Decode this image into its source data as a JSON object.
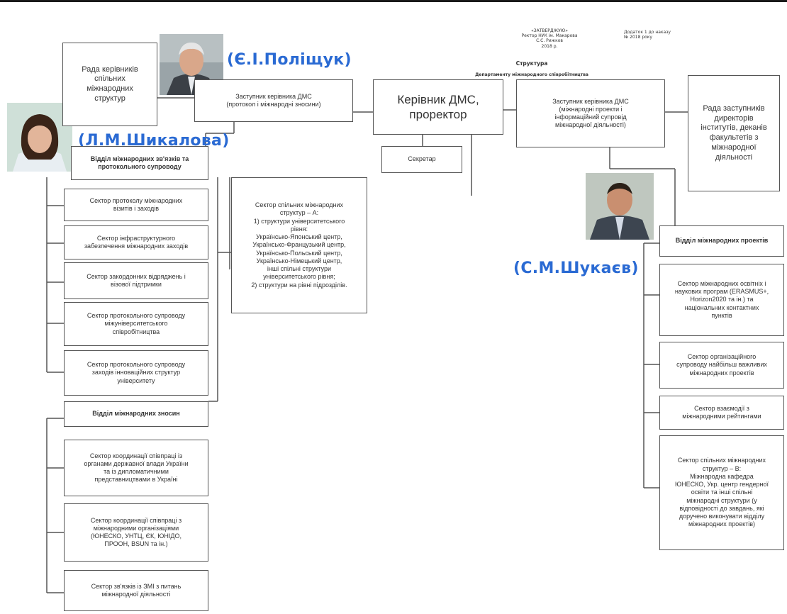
{
  "header": {
    "approval_text": "«ЗАТВЕРДЖУЮ»\nРектор НУК ім. Макарова\nС.С. Рижков\n2018 р.",
    "appendix_text": "Додаток 1 до наказу\n№ 2018 року",
    "title_line1": "Структура",
    "title_line2": "Департаменту міжнародного співробітництва"
  },
  "people": {
    "polishchuk": "(Є.І.Поліщук)",
    "shykalova": "(Л.М.Шикалова)",
    "shukaiev": "(С.М.Шукаєв)"
  },
  "boxes": {
    "council_heads": "Рада керівників\nспільних\nміжнародних\nструктур",
    "deputy_left": "Заступник керівника ДМС\n(протокол і міжнародні зносини)",
    "head": "Керівник ДМС,\nпроректор",
    "secretary": "Секретар",
    "deputy_right": "Заступник керівника ДМС\n(міжнародні проекти і\nінформаційний супровід\nміжнародної діяльності)",
    "council_deputies": "Рада заступників\nдиректорів\nінститутів, деканів\nфакультетів з\nміжнародної\nдіяльності",
    "dept_relations": "Відділ міжнародних зв'язків та\nпротокольного супроводу",
    "sector_protocol_visits": "Сектор протоколу міжнародних\nвізитів і заходів",
    "sector_infra": "Сектор інфраструктурного\nзабезпечення міжнародних заходів",
    "sector_trips": "Сектор закордонних відряджень і\nвізової підтримки",
    "sector_interuni": "Сектор протокольного супроводу\nміжуніверситетського\nспівробітництва",
    "sector_innov": "Сектор протокольного супроводу\nзаходів інноваційних структур\nуніверситету",
    "joint_a": "Сектор спільних міжнародних\nструктур – А:\n1) структури університетського\nрівня:\nУкраїнсько-Японський центр,\nУкраїнсько-Французький центр,\nУкраїнсько-Польський центр,\nУкраїнсько-Німецький центр,\nінші спільні структури\nуніверситетського рівня;\n2) структури на рівні підрозділів.",
    "dept_relations2": "Відділ міжнародних зносин",
    "sector_gov": "Сектор координації співпраці із\nорганами державної влади України\nта із дипломатичними\nпредставництвами в Україні",
    "sector_orgs": "Сектор координації співпраці з\nміжнародними організаціями\n(ЮНЕСКО, УНТЦ, ЄК, ЮНІДО,\nПРООН, BSUN та ін.)",
    "sector_media": "Сектор зв'язків із ЗМІ з питань\nміжнародної діяльності",
    "dept_projects": "Відділ міжнародних проектів",
    "sector_programs": "Сектор міжнародних освітніх і\nнаукових програм (ERASMUS+,\nHorizon2020 та ін.) та\nнаціональних контактних\nпунктів",
    "sector_org_support": "Сектор організаційного\nсупроводу найбільш важливих\nміжнародних проектів",
    "sector_ratings": "Сектор взаємодії з\nміжнародними рейтингами",
    "joint_b": "Сектор спільних міжнародних\nструктур – В:\nМіжнародна кафедра\nЮНЕСКО, Укр. центр гендерної\nосвіти та інші спільні\nміжнародні структури (у\nвідповідності до завдань, які\nдоручено виконувати відділу\nміжнародних проектів)"
  },
  "colors": {
    "name_blue": "#2a6ad3",
    "line": "#555555"
  }
}
